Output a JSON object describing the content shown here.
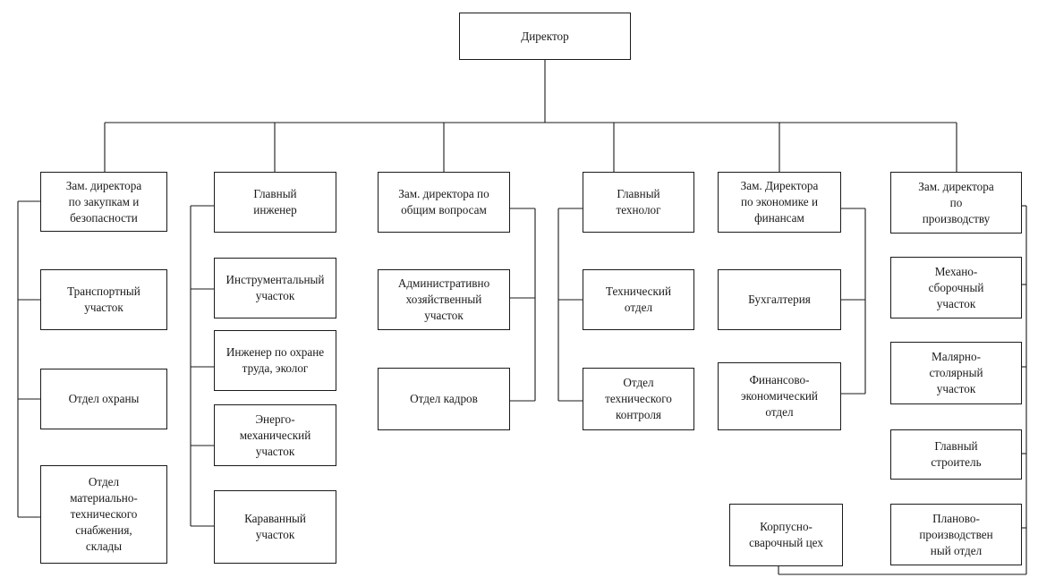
{
  "director": "Директор",
  "departments": [
    {
      "head": "Зам. директора\nпо закупкам и\nбезопасности",
      "units": [
        "Транспортный\nучасток",
        "Отдел охраны",
        "Отдел\nматериально-\nтехнического\nснабжения,\nсклады"
      ]
    },
    {
      "head": "Главный\nинженер",
      "units": [
        "Инструментальный\nучасток",
        "Инженер по охране\nтруда, эколог",
        "Энерго-\nмеханический\nучасток",
        "Караванный\nучасток"
      ]
    },
    {
      "head": "Зам. директора по\nобщим вопросам",
      "units": [
        "Административно\nхозяйственный\nучасток",
        "Отдел кадров"
      ]
    },
    {
      "head": "Главный\nтехнолог",
      "units": [
        "Технический\nотдел",
        "Отдел\nтехнического\nконтроля"
      ]
    },
    {
      "head": "Зам. Директора\nпо экономике и\nфинансам",
      "units": [
        "Бухгалтерия",
        "Финансово-\nэкономический\nотдел"
      ]
    },
    {
      "head": "Зам. директора\nпо\nпроизводству",
      "units": [
        "Механо-\nсборочный\nучасток",
        "Малярно-\nстолярный\nучасток",
        "Главный\nстроитель",
        "Планово-\nпроизводствен\nный отдел",
        "Корпусно-\nсварочный цех"
      ]
    }
  ]
}
